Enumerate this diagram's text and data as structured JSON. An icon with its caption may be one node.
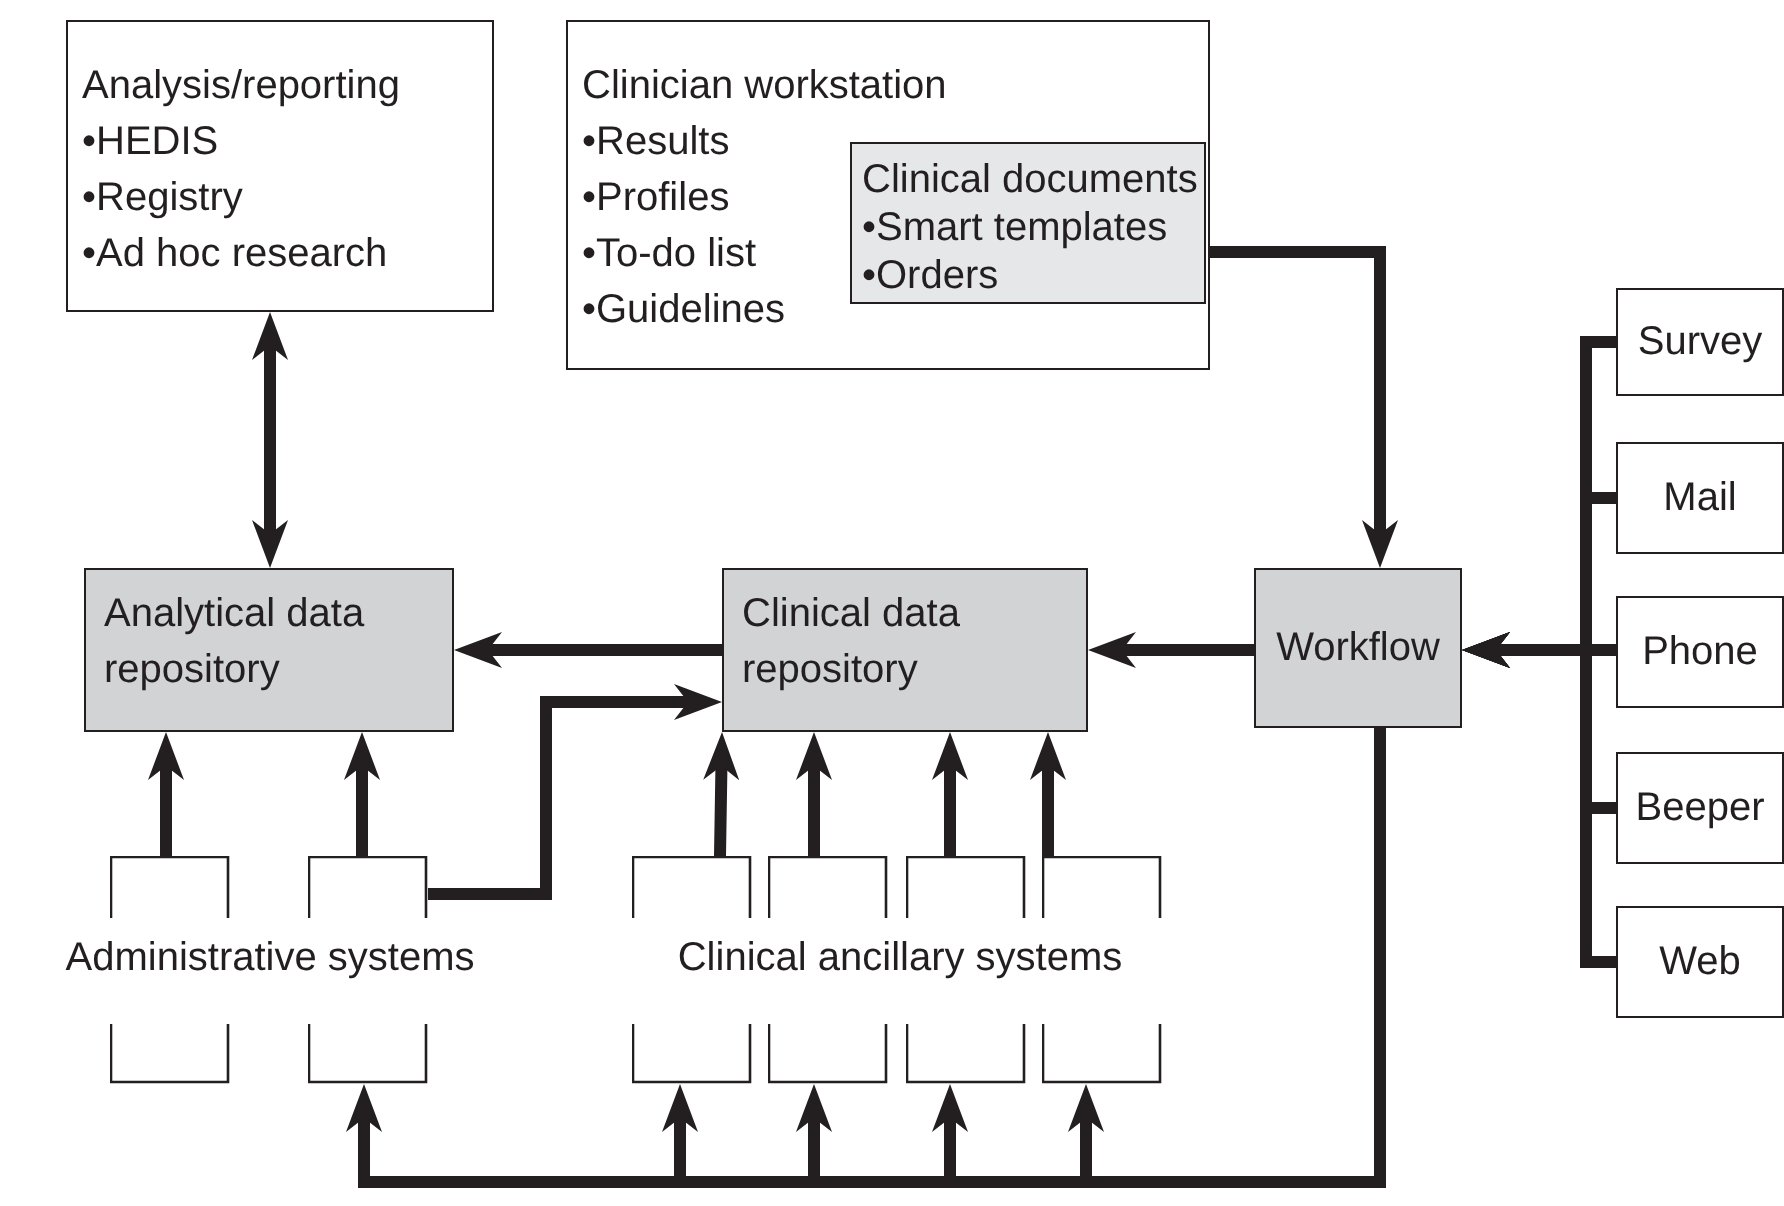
{
  "diagram": {
    "nodes": [
      {
        "text": [
          "Analysis/reporting",
          "•HEDIS",
          "•Registry",
          "•Ad hoc research"
        ]
      },
      {
        "text": [
          "Clinician workstation",
          "•Results",
          "•Profiles",
          "•To-do list",
          "•Guidelines"
        ]
      },
      {
        "text": [
          "Clinical documents",
          "•Smart templates",
          "•Orders"
        ],
        "in": 1
      },
      {
        "text": [
          "Analytical data repository"
        ]
      },
      {
        "text": [
          "Clinical data repository"
        ]
      },
      {
        "text": [
          "Workflow"
        ]
      },
      {
        "text": [
          "Survey"
        ]
      },
      {
        "text": [
          "Mail"
        ]
      },
      {
        "text": [
          "Phone"
        ]
      },
      {
        "text": [
          "Beeper"
        ]
      },
      {
        "text": [
          "Web"
        ]
      },
      {
        "text": [],
        "shape": "box"
      },
      {
        "text": [],
        "shape": "box"
      },
      {
        "text": [],
        "shape": "box"
      },
      {
        "text": [],
        "shape": "box"
      },
      {
        "text": [],
        "shape": "box"
      },
      {
        "text": [],
        "shape": "box"
      }
    ],
    "edges": [
      {
        "from": 0,
        "to": 3,
        "arrow": "both"
      },
      {
        "from": 2,
        "to": 5,
        "arrow": "to"
      },
      {
        "from": 4,
        "to": 3,
        "arrow": "to"
      },
      {
        "from": 5,
        "to": 4,
        "arrow": "to"
      },
      {
        "from": 6,
        "to": 5,
        "arrow": "to"
      },
      {
        "from": 7,
        "to": 5,
        "arrow": "to"
      },
      {
        "from": 8,
        "to": 5,
        "arrow": "to"
      },
      {
        "from": 9,
        "to": 5,
        "arrow": "to"
      },
      {
        "from": 10,
        "to": 5,
        "arrow": "to"
      },
      {
        "from": 11,
        "to": 3,
        "arrow": "to"
      },
      {
        "from": 12,
        "to": 3,
        "arrow": "to"
      },
      {
        "from": 12,
        "to": 4,
        "arrow": "to"
      },
      {
        "from": 13,
        "to": 4,
        "arrow": "to"
      },
      {
        "from": 14,
        "to": 4,
        "arrow": "to"
      },
      {
        "from": 15,
        "to": 4,
        "arrow": "to"
      },
      {
        "from": 16,
        "to": 4,
        "arrow": "to"
      },
      {
        "from": 5,
        "to": 12,
        "arrow": "to"
      },
      {
        "from": 5,
        "to": 13,
        "arrow": "to"
      },
      {
        "from": 5,
        "to": 14,
        "arrow": "to"
      },
      {
        "from": 5,
        "to": 15,
        "arrow": "to"
      },
      {
        "from": 5,
        "to": 16,
        "arrow": "to"
      }
    ],
    "labels": [
      "Administrative systems",
      "Clinical ancillary systems"
    ]
  }
}
